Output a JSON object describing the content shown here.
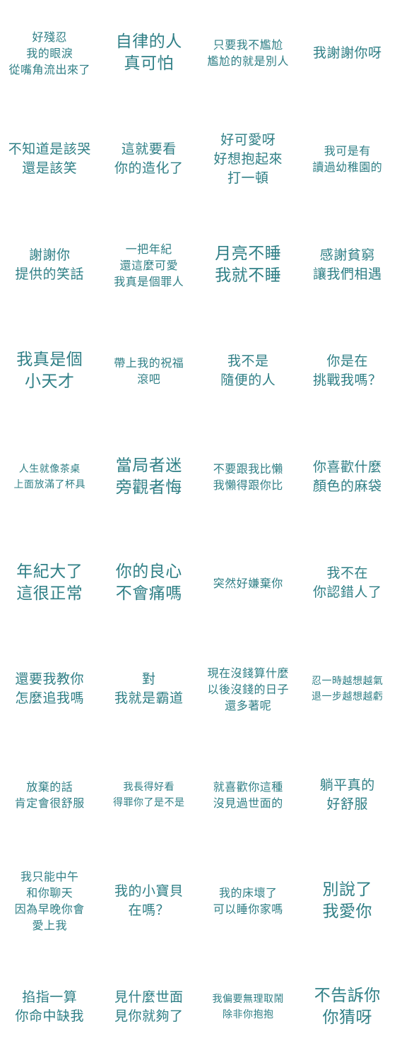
{
  "theme": {
    "text_color": "#2f7f86",
    "background": "#ffffff"
  },
  "stickers": [
    {
      "size": "s",
      "lines": [
        "好殘忍",
        "我的眼淚",
        "從嘴角流出來了"
      ]
    },
    {
      "size": "l",
      "lines": [
        "自律的人",
        "真可怕"
      ]
    },
    {
      "size": "s",
      "lines": [
        "只要我不尷尬",
        "尷尬的就是別人"
      ]
    },
    {
      "size": "m",
      "lines": [
        "我謝謝你呀"
      ]
    },
    {
      "size": "m",
      "lines": [
        "不知道是該哭",
        "還是該笑"
      ]
    },
    {
      "size": "m",
      "lines": [
        "這就要看",
        "你的造化了"
      ]
    },
    {
      "size": "m",
      "lines": [
        "好可愛呀",
        "好想抱起來",
        "打一頓"
      ]
    },
    {
      "size": "s",
      "lines": [
        "我可是有",
        "讀過幼稚園的"
      ]
    },
    {
      "size": "m",
      "lines": [
        "謝謝你",
        "提供的笑話"
      ]
    },
    {
      "size": "s",
      "lines": [
        "一把年紀",
        "還這麼可愛",
        "我真是個罪人"
      ]
    },
    {
      "size": "l",
      "lines": [
        "月亮不睡",
        "我就不睡"
      ]
    },
    {
      "size": "m",
      "lines": [
        "感謝貧窮",
        "讓我們相遇"
      ]
    },
    {
      "size": "l",
      "lines": [
        "我真是個",
        "小天才"
      ]
    },
    {
      "size": "s",
      "lines": [
        "帶上我的祝福",
        "滾吧"
      ]
    },
    {
      "size": "m",
      "lines": [
        "我不是",
        "隨便的人"
      ]
    },
    {
      "size": "m",
      "lines": [
        "你是在",
        "挑戰我嗎？"
      ]
    },
    {
      "size": "xs",
      "lines": [
        "人生就像茶桌",
        "上面放滿了杯具"
      ]
    },
    {
      "size": "l",
      "lines": [
        "當局者迷",
        "旁觀者悔"
      ]
    },
    {
      "size": "s",
      "lines": [
        "不要跟我比懶",
        "我懶得跟你比"
      ]
    },
    {
      "size": "m",
      "lines": [
        "你喜歡什麼",
        "顏色的麻袋"
      ]
    },
    {
      "size": "l",
      "lines": [
        "年紀大了",
        "這很正常"
      ]
    },
    {
      "size": "l",
      "lines": [
        "你的良心",
        "不會痛嗎"
      ]
    },
    {
      "size": "s",
      "lines": [
        "突然好嫌棄你"
      ]
    },
    {
      "size": "m",
      "lines": [
        "我不在",
        "你認錯人了"
      ]
    },
    {
      "size": "m",
      "lines": [
        "還要我教你",
        "怎麼追我嗎"
      ]
    },
    {
      "size": "m",
      "lines": [
        "對",
        "我就是霸道"
      ]
    },
    {
      "size": "s",
      "lines": [
        "現在沒錢算什麼",
        "以後沒錢的日子",
        "還多著呢"
      ]
    },
    {
      "size": "xs",
      "lines": [
        "忍一時越想越氣",
        "退一步越想越虧"
      ]
    },
    {
      "size": "s",
      "lines": [
        "放棄的話",
        "肯定會很舒服"
      ]
    },
    {
      "size": "xs",
      "lines": [
        "我長得好看",
        "得罪你了是不是"
      ]
    },
    {
      "size": "s",
      "lines": [
        "就喜歡你這種",
        "沒見過世面的"
      ]
    },
    {
      "size": "m",
      "lines": [
        "躺平真的",
        "好舒服"
      ]
    },
    {
      "size": "s",
      "lines": [
        "我只能中午",
        "和你聊天",
        "因為早晚你會",
        "愛上我"
      ]
    },
    {
      "size": "m",
      "lines": [
        "我的小寶貝",
        "在嗎？"
      ]
    },
    {
      "size": "s",
      "lines": [
        "我的床壞了",
        "可以睡你家嗎"
      ]
    },
    {
      "size": "l",
      "lines": [
        "別說了",
        "我愛你"
      ]
    },
    {
      "size": "m",
      "lines": [
        "掐指一算",
        "你命中缺我"
      ]
    },
    {
      "size": "m",
      "lines": [
        "見什麼世面",
        "見你就夠了"
      ]
    },
    {
      "size": "xs",
      "lines": [
        "我偏要無理取鬧",
        "除非你抱抱"
      ]
    },
    {
      "size": "l",
      "lines": [
        "不告訴你",
        "你猜呀"
      ]
    }
  ]
}
